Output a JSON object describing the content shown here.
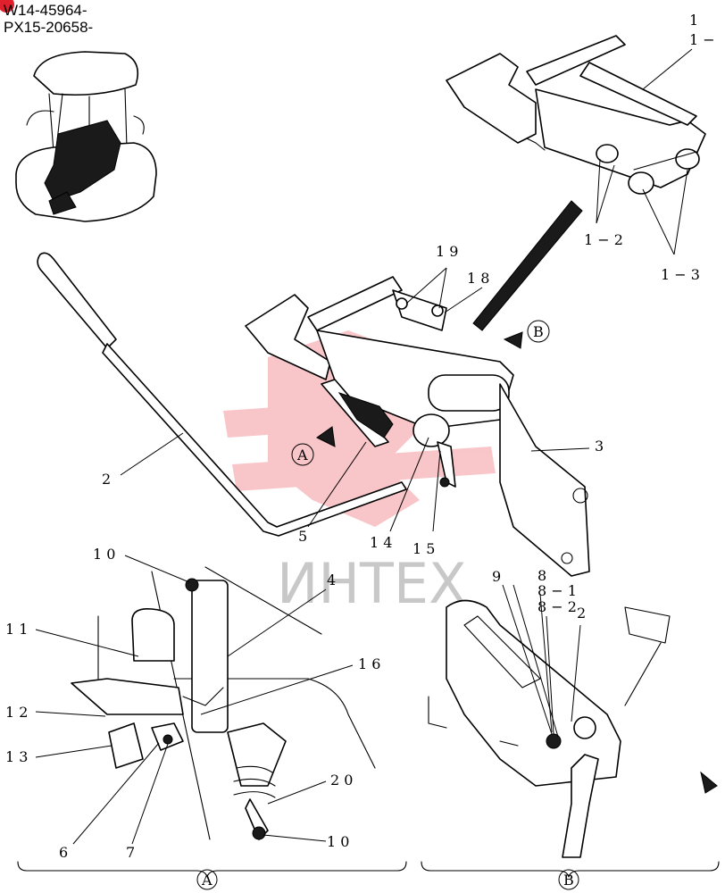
{
  "serials": [
    "W14-45964-",
    "PX15-20658-"
  ],
  "badge_color": "#e0202c",
  "watermark": {
    "text": "ИНТЕХ",
    "logo_color": "#e8323c"
  },
  "views": {
    "a": "A",
    "b": "B"
  },
  "callouts": {
    "c1": "1",
    "c1_1": "1 −",
    "c1_2": "1 − 2",
    "c1_3": "1 − 3",
    "c19": "1 9",
    "c18": "1 8",
    "c2": "2",
    "c3": "3",
    "c5": "5",
    "c14": "1 4",
    "c15": "1 5",
    "c10a": "1 0",
    "c4": "4",
    "c11": "1 1",
    "c16": "1 6",
    "c12": "1 2",
    "c13": "1 3",
    "c20": "2 0",
    "c10b": "1 0",
    "c6": "6",
    "c7": "7",
    "c9": "9",
    "c8": "8",
    "c8_1": "8 − 1",
    "c8_2": "8 − 2",
    "c2b": "2"
  }
}
